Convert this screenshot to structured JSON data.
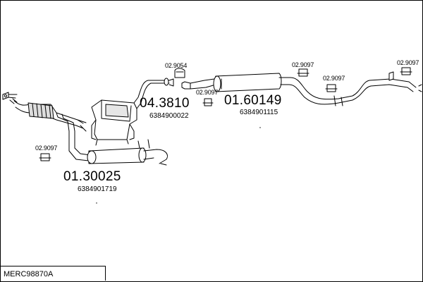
{
  "diagram_code": "MERC98870A",
  "parts": [
    {
      "id": "front",
      "number": "01.30025",
      "oem": "6384901719"
    },
    {
      "id": "middle",
      "number": "04.3810",
      "oem": "6384900022"
    },
    {
      "id": "rear",
      "number": "01.60149",
      "oem": "6384901115"
    }
  ],
  "clamps": [
    {
      "id": "clamp-a",
      "code": "02.9054"
    },
    {
      "id": "clamp-b",
      "code": "02.9097"
    },
    {
      "id": "clamp-c",
      "code": "02.9097"
    },
    {
      "id": "clamp-d",
      "code": "02.9097"
    },
    {
      "id": "clamp-e",
      "code": "02.9097"
    },
    {
      "id": "clamp-f",
      "code": "02.9097"
    }
  ],
  "colors": {
    "line": "#000000",
    "background": "#ffffff"
  }
}
